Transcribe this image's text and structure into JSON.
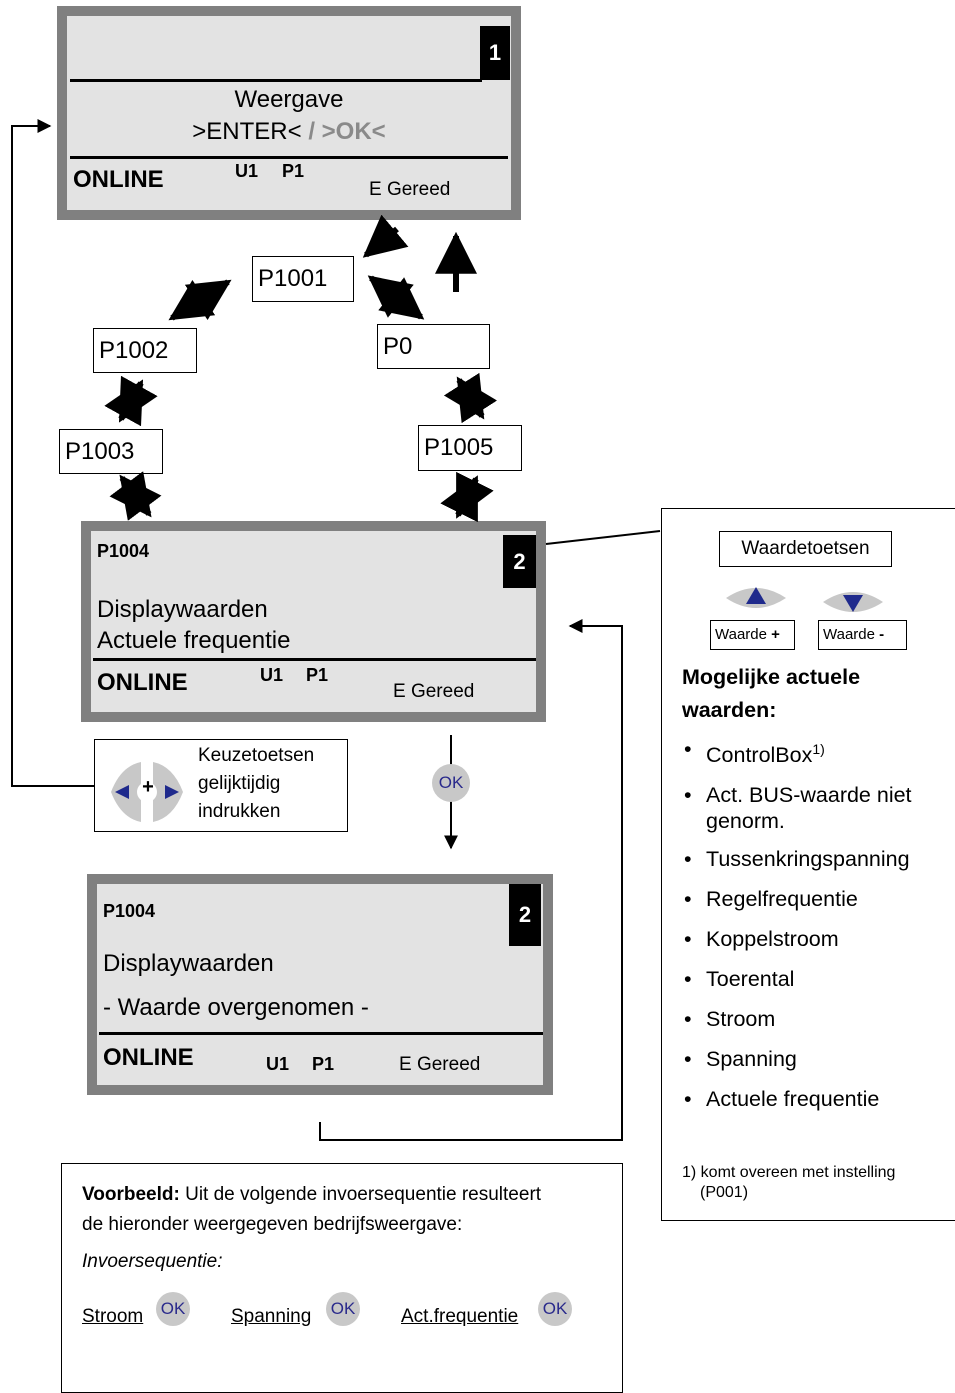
{
  "screen1": {
    "badge": "1",
    "line1": "Weergave",
    "enter": ">ENTER<",
    "ok_part": " / >OK<",
    "status": "ONLINE",
    "u1": "U1",
    "p1": "P1",
    "state": "E Gereed"
  },
  "params": {
    "p1001": "P1001",
    "p1002": "P1002",
    "p1003": "P1003",
    "p0": "P0",
    "p1005": "P1005"
  },
  "screen2": {
    "param": "P1004",
    "badge": "2",
    "line1": "Displaywaarden",
    "line2": "Actuele frequentie",
    "status": "ONLINE",
    "u1": "U1",
    "p1": "P1",
    "state": "E Gereed"
  },
  "screen3": {
    "param": "P1004",
    "badge": "2",
    "line1": "Displaywaarden",
    "line2": "- Waarde overgenomen -",
    "status": "ONLINE",
    "u1": "U1",
    "p1": "P1",
    "state": "E Gereed"
  },
  "keys_box": {
    "plus": "+",
    "line1": "Keuzetoetsen",
    "line2": "gelijktijdig",
    "line3": "indrukken"
  },
  "ok_label": "OK",
  "panel": {
    "title": "Waardetoetsen",
    "plus_label": "Waarde",
    "plus_sign": "+",
    "minus_label": "Waarde",
    "minus_sign": "-",
    "heading1": "Mogelijke actuele",
    "heading2": "waarden:",
    "items": [
      "ControlBox",
      "Act. BUS-waarde niet",
      "genorm.",
      "Tussenkringspanning",
      "Regelfrequentie",
      "Koppelstroom",
      "Toerental",
      "Stroom",
      "Spanning",
      "Actuele frequentie"
    ],
    "footnote_mark": "1)",
    "footnote1": "1) komt overeen met instelling",
    "footnote2": "(P001)"
  },
  "example": {
    "label": "Voorbeeld:",
    "text1": " Uit de volgende invoersequentie resulteert",
    "text2": "de hieronder weergegeven bedrijfsweergave:",
    "seq_label": "Invoersequentie:",
    "step1": "Stroom",
    "step2": "Spanning",
    "step3": "Act.frequentie"
  },
  "colors": {
    "screen_bg": "#e3e3e3",
    "screen_border": "#808080",
    "key_blue": "#1f2a8c",
    "ok_text": "#2a2a8c"
  }
}
